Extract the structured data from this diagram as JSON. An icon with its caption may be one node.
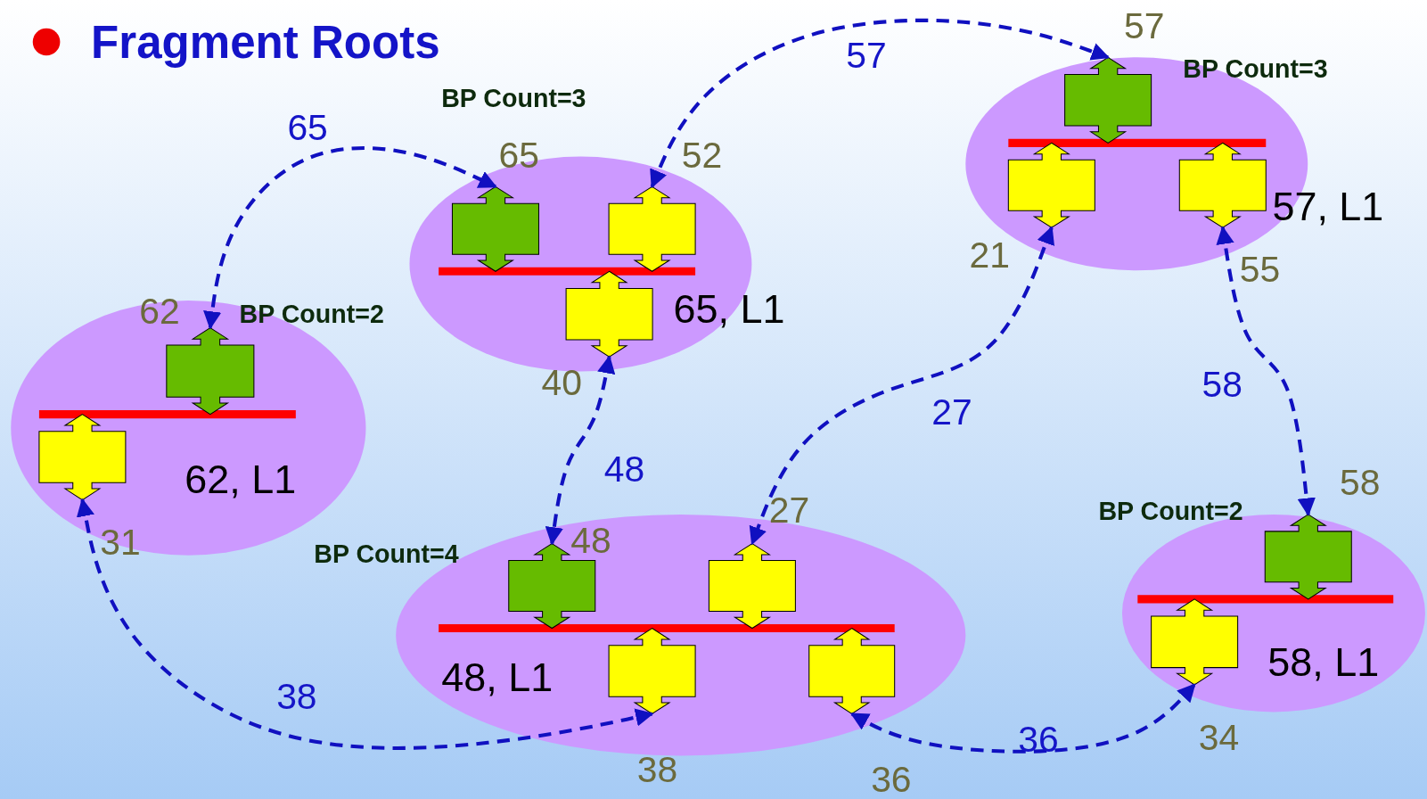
{
  "diagram": {
    "title": "Fragment Roots",
    "nodes": [
      {
        "text": [
          "BP Count=2",
          "62, L1"
        ]
      },
      {
        "text": [],
        "shape": "arrow",
        "beside": [
          "62"
        ],
        "in": 0
      },
      {
        "text": [],
        "shape": "arrow",
        "beside": [
          "31"
        ],
        "in": 0
      },
      {
        "text": [
          "BP Count=3",
          "65, L1"
        ]
      },
      {
        "text": [],
        "shape": "arrow",
        "beside": [
          "65"
        ],
        "in": 3
      },
      {
        "text": [],
        "shape": "arrow",
        "beside": [
          "52"
        ],
        "in": 3
      },
      {
        "text": [],
        "shape": "arrow",
        "beside": [
          "40"
        ],
        "in": 3
      },
      {
        "text": [
          "BP Count=3",
          "57, L1"
        ]
      },
      {
        "text": [],
        "shape": "arrow",
        "beside": [
          "57"
        ],
        "in": 7
      },
      {
        "text": [],
        "shape": "arrow",
        "beside": [
          "21"
        ],
        "in": 7
      },
      {
        "text": [],
        "shape": "arrow",
        "beside": [
          "55"
        ],
        "in": 7
      },
      {
        "text": [
          "BP Count=4",
          "48, L1"
        ]
      },
      {
        "text": [],
        "shape": "arrow",
        "beside": [
          "48"
        ],
        "in": 11
      },
      {
        "text": [],
        "shape": "arrow",
        "beside": [
          "27"
        ],
        "in": 11
      },
      {
        "text": [],
        "shape": "arrow",
        "beside": [
          "38"
        ],
        "in": 11
      },
      {
        "text": [],
        "shape": "arrow",
        "beside": [
          "36"
        ],
        "in": 11
      },
      {
        "text": [
          "BP Count=2",
          "58, L1"
        ]
      },
      {
        "text": [],
        "shape": "arrow",
        "beside": [
          "58"
        ],
        "in": 16
      },
      {
        "text": [],
        "shape": "arrow",
        "beside": [
          "34"
        ],
        "in": 16
      }
    ],
    "edges": [
      {
        "from": 1,
        "to": 4,
        "arrow": "both",
        "label": "65",
        "style": "dashed"
      },
      {
        "from": 5,
        "to": 8,
        "arrow": "both",
        "label": "57",
        "style": "dashed"
      },
      {
        "from": 6,
        "to": 12,
        "arrow": "both",
        "label": "48",
        "style": "dashed"
      },
      {
        "from": 9,
        "to": 13,
        "arrow": "both",
        "label": "27",
        "style": "dashed"
      },
      {
        "from": 10,
        "to": 17,
        "arrow": "both",
        "label": "58",
        "style": "dashed"
      },
      {
        "from": 2,
        "to": 14,
        "arrow": "both",
        "label": "38",
        "style": "dashed"
      },
      {
        "from": 15,
        "to": 18,
        "arrow": "both",
        "label": "36",
        "style": "dashed"
      }
    ]
  }
}
